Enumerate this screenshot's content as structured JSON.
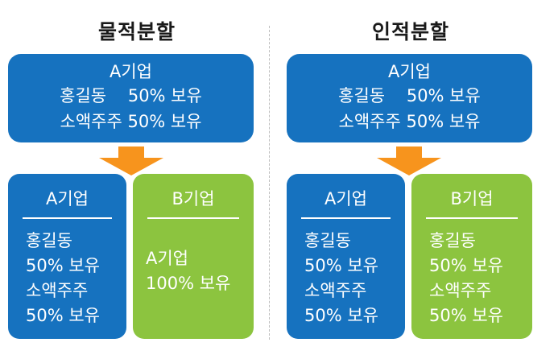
{
  "left": {
    "title": "물적분할",
    "parent": {
      "name": "A기업",
      "row1": "홍길동    50% 보유",
      "row2": "소액주주 50% 보유"
    },
    "child_a": {
      "name": "A기업",
      "lines": [
        "홍길동",
        "50% 보유",
        "소액주주",
        "50% 보유"
      ]
    },
    "child_b": {
      "name": "B기업",
      "lines": [
        "A기업",
        "100% 보유"
      ]
    }
  },
  "right": {
    "title": "인적분할",
    "parent": {
      "name": "A기업",
      "row1": "홍길동    50% 보유",
      "row2": "소액주주 50% 보유"
    },
    "child_a": {
      "name": "A기업",
      "lines": [
        "홍길동",
        "50% 보유",
        "소액주주",
        "50% 보유"
      ]
    },
    "child_b": {
      "name": "B기업",
      "lines": [
        "홍길동",
        "50% 보유",
        "소액주주",
        "50% 보유"
      ]
    }
  },
  "colors": {
    "blue": "#1672bf",
    "green": "#8cc43f",
    "arrow": "#f7941d"
  }
}
